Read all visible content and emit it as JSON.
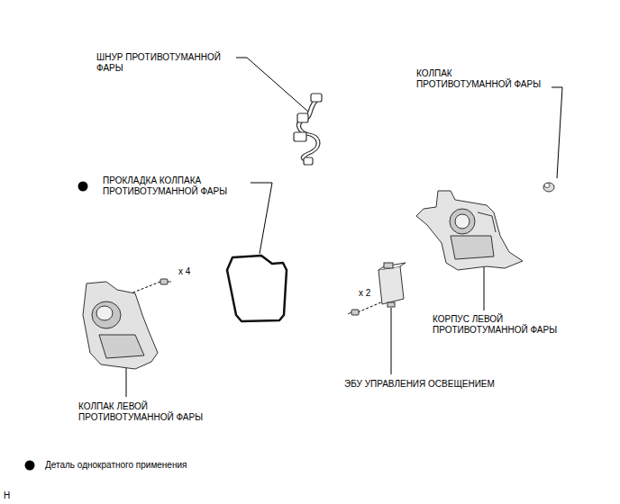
{
  "diagram": {
    "labels": [
      "ШНУР ПРОТИВОТУМАННОЙ ФАРЫ",
      "КОЛПАК ПРОТИВОТУМАННОЙ ФАРЫ",
      "ПРОКЛАДКА КОЛПАКА ПРОТИВОТУМАННОЙ ФАРЫ",
      "x 4",
      "x 2",
      "КОРПУС ЛЕВОЙ ПРОТИВОТУМАННОЙ ФАРЫ",
      "ЭБУ УПРАВЛЕНИЯ ОСВЕЩЕНИЕМ",
      "КОЛПАК ЛЕВОЙ ПРОТИВОТУМАННОЙ ФАРЫ",
      "H"
    ],
    "legend": [
      {
        "text": "Деталь однократного применения"
      }
    ]
  }
}
